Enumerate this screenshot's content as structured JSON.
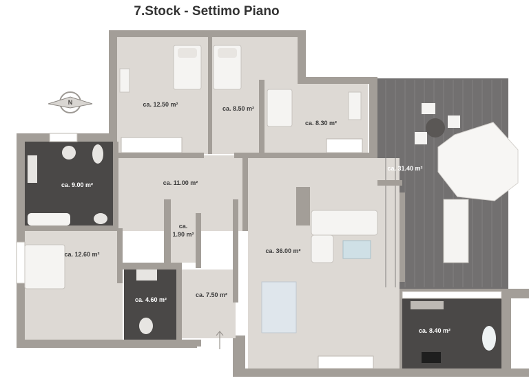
{
  "title": "7.Stock - Settimo Piano",
  "compass_letter": "N",
  "colors": {
    "wall": "#a39e98",
    "floor": "#ddd9d4",
    "dark_floor": "#4a4847",
    "terrace": "#727070",
    "label_dark": "#3a3a3a",
    "label_light": "#ffffff"
  },
  "rooms": [
    {
      "label": "ca. 12.50 m²",
      "tone": "dark"
    },
    {
      "label": "ca. 8.50 m²",
      "tone": "dark"
    },
    {
      "label": "ca. 8.30 m²",
      "tone": "dark"
    },
    {
      "label": "ca. 9.00 m²",
      "tone": "light"
    },
    {
      "label": "ca. 11.00 m²",
      "tone": "dark"
    },
    {
      "label": "ca. 31.40 m²",
      "tone": "light"
    },
    {
      "label": "ca. 1.90 m²",
      "tone": "dark"
    },
    {
      "label": "ca. 12.60 m²",
      "tone": "dark"
    },
    {
      "label": "ca. 36.00 m²",
      "tone": "dark"
    },
    {
      "label": "ca. 4.60 m²",
      "tone": "light"
    },
    {
      "label": "ca. 7.50 m²",
      "tone": "dark"
    },
    {
      "label": "ca. 8.40 m²",
      "tone": "light"
    }
  ]
}
